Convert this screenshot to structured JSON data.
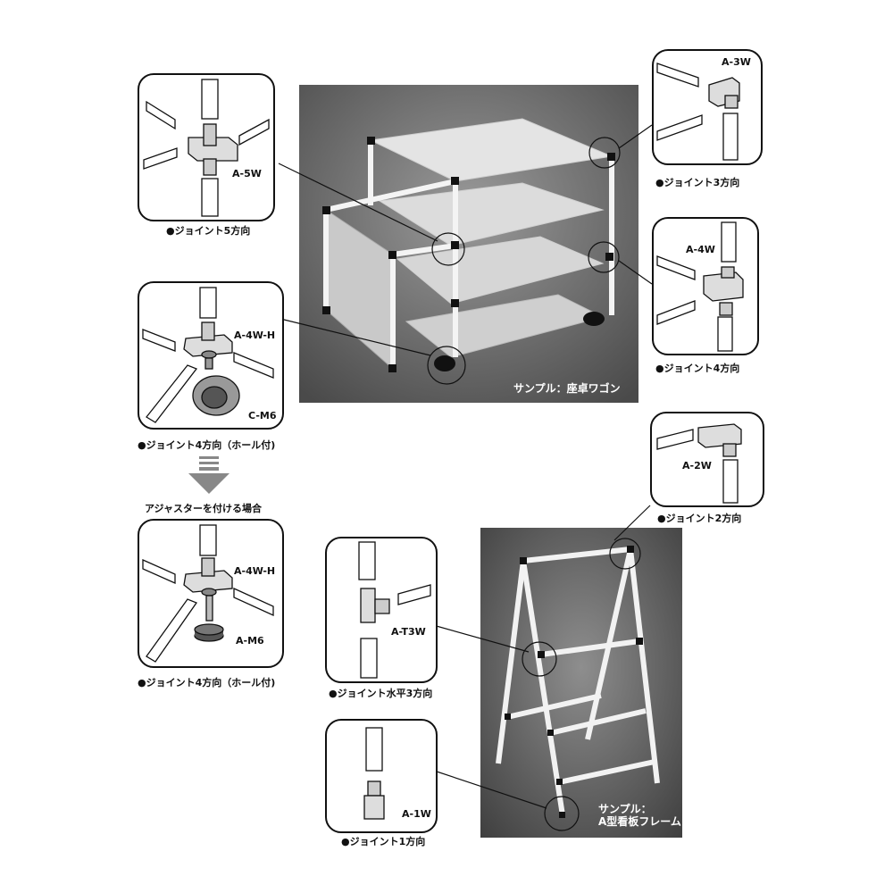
{
  "photos": {
    "wagon": {
      "label": "サンプル：座卓ワゴン"
    },
    "aframe": {
      "label_line1": "サンプル：",
      "label_line2": "A型看板フレーム"
    }
  },
  "panels": {
    "a5w": {
      "code": "A-5W",
      "caption": "●ジョイント5方向"
    },
    "a4wh": {
      "code": "A-4W-H",
      "code2": "C-M6",
      "caption": "●ジョイント4方向（ホール付)"
    },
    "a4wh_adj": {
      "code": "A-4W-H",
      "code2": "A-M6",
      "caption": "●ジョイント4方向（ホール付)"
    },
    "a3w": {
      "code": "A-3W",
      "caption": "●ジョイント3方向"
    },
    "a4w": {
      "code": "A-4W",
      "caption": "●ジョイント4方向"
    },
    "a2w": {
      "code": "A-2W",
      "caption": "●ジョイント2方向"
    },
    "at3w": {
      "code": "A-T3W",
      "caption": "●ジョイント水平3方向"
    },
    "a1w": {
      "code": "A-1W",
      "caption": "●ジョイント1方向"
    }
  },
  "arrow_caption": "アジャスターを付ける場合"
}
